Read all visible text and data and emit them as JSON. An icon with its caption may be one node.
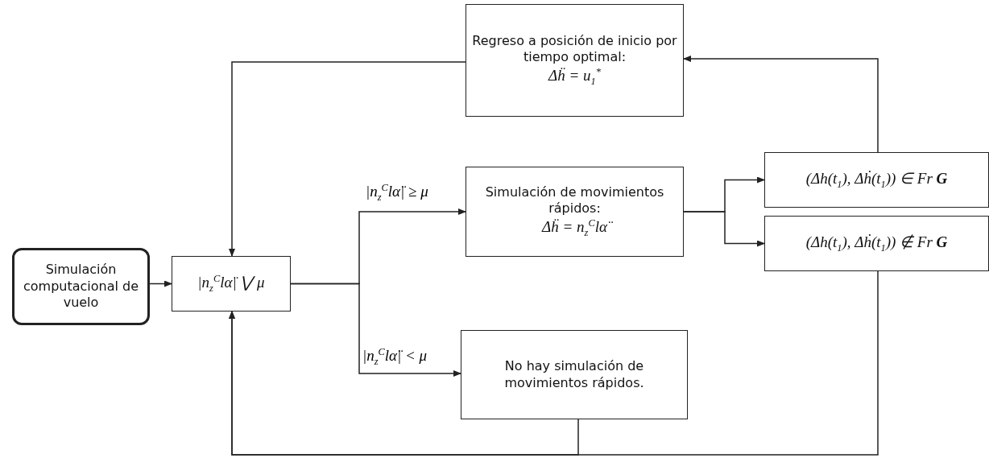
{
  "diagram": {
    "nodes": [
      {
        "text": [
          "Simulación computacional de vuelo"
        ]
      },
      {
        "text": [
          "|n$_{z}$$^{C}$lα̈| ⋁ μ"
        ]
      },
      {
        "text": [
          "Regreso a posición de inicio por tiempo optimal:",
          "Δḧ = u$_{1}$$^{*}$"
        ]
      },
      {
        "text": [
          "Simulación de movimientos rápidos:",
          "Δḧ = n$_{z}$$^{C}$lα̈"
        ]
      },
      {
        "text": [
          "(Δh(t$_{1}$), Δḣ(t$_{1}$)) ∈ Fr **G**"
        ]
      },
      {
        "text": [
          "(Δh(t$_{1}$), Δḣ(t$_{1}$)) ∉ Fr **G**"
        ]
      },
      {
        "text": [
          "No hay simulación de movimientos rápidos."
        ]
      }
    ],
    "edges": [
      {
        "from": 0,
        "to": 1,
        "arrow": "to"
      },
      {
        "from": 1,
        "to": 3,
        "arrow": "to",
        "label": "|n$_{z}$$^{C}$lα̈| ≥ μ"
      },
      {
        "from": 1,
        "to": 6,
        "arrow": "to",
        "label": "|n$_{z}$$^{C}$lα̈| < μ"
      },
      {
        "from": 3,
        "to": 4,
        "arrow": "to"
      },
      {
        "from": 3,
        "to": 5,
        "arrow": "to"
      },
      {
        "from": 4,
        "to": 2,
        "arrow": "to"
      },
      {
        "from": 2,
        "to": 1,
        "arrow": "to"
      },
      {
        "from": 5,
        "to": 1,
        "arrow": "to"
      },
      {
        "from": 6,
        "to": 1,
        "arrow": "to"
      }
    ]
  }
}
